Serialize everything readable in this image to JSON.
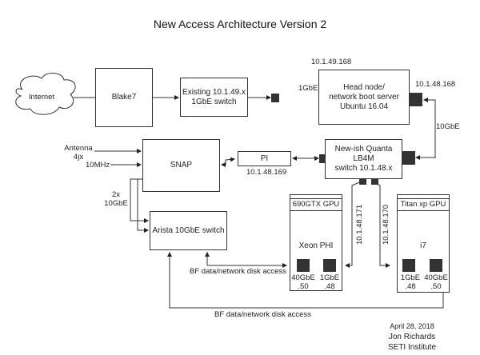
{
  "title": "New Access Architecture Version 2",
  "nodes": {
    "internet": "Internet",
    "blake7": "Blake7",
    "existing_switch": [
      "Existing 10.1.49.x",
      "1GbE switch"
    ],
    "head_node": [
      "Head node/",
      "network boot server",
      "Ubuntu 16.04"
    ],
    "snap": "SNAP",
    "pi": "PI",
    "quanta": [
      "New-ish Quanta",
      "LB4M",
      "switch 10.1.48.x"
    ],
    "arista": "Arista 10GbE switch",
    "gpu_left": {
      "header": "690GTX GPU",
      "name": "Xeon PHI",
      "ports": [
        {
          "speed": "40GbE",
          "addr": ".50"
        },
        {
          "speed": "1GbE",
          "addr": ".48"
        }
      ]
    },
    "gpu_right": {
      "header": "Titan xp GPU",
      "name": "i7",
      "ports": [
        {
          "speed": "1GbE",
          "addr": ".48"
        },
        {
          "speed": "40GbE",
          "addr": ".50"
        }
      ]
    }
  },
  "labels": {
    "head_ip_left": "10.1.49.168",
    "head_ip_right": "10.1.48.168",
    "link_1gbe": "1GbE",
    "link_10gbe": "10GbE",
    "antenna": [
      "Antenna",
      "4jx"
    ],
    "clock": "10MHz",
    "pi_ip": "10.1.48.169",
    "snap_links": [
      "2x",
      "10GbE"
    ],
    "ip_171": "10.1.48.171",
    "ip_170": "10.1.48.170",
    "bf_access_1": "BF data/network disk access",
    "bf_access_2": "BF data/network disk access"
  },
  "footer": {
    "date": "April 28, 2018",
    "author": "Jon Richards",
    "org": "SETI Institute"
  }
}
